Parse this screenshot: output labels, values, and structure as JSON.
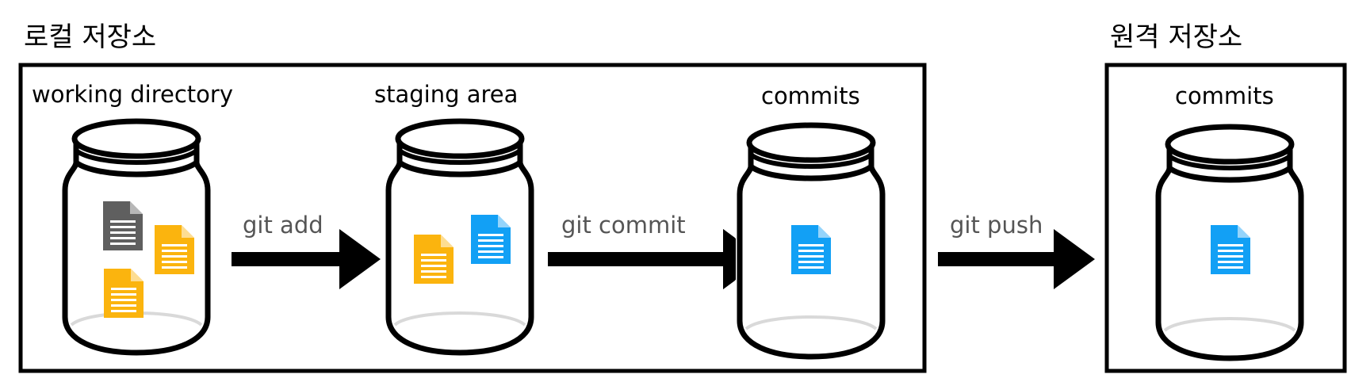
{
  "local": {
    "title": "로컬 저장소",
    "jars": [
      {
        "label": "working directory",
        "files": [
          "gray",
          "orange",
          "orange"
        ]
      },
      {
        "label": "staging area",
        "files": [
          "orange",
          "blue"
        ]
      },
      {
        "label": "commits",
        "files": [
          "blue"
        ]
      }
    ],
    "commands": [
      "git add",
      "git commit"
    ]
  },
  "remote": {
    "title": "원격 저장소",
    "jars": [
      {
        "label": "commits",
        "files": [
          "blue"
        ]
      }
    ],
    "command": "git push"
  },
  "colors": {
    "gray": "#5f5f5f",
    "orange": "#fbb40e",
    "blue": "#12a0f5",
    "outline": "#000000",
    "jar_bottom": "#d9d9d9"
  }
}
